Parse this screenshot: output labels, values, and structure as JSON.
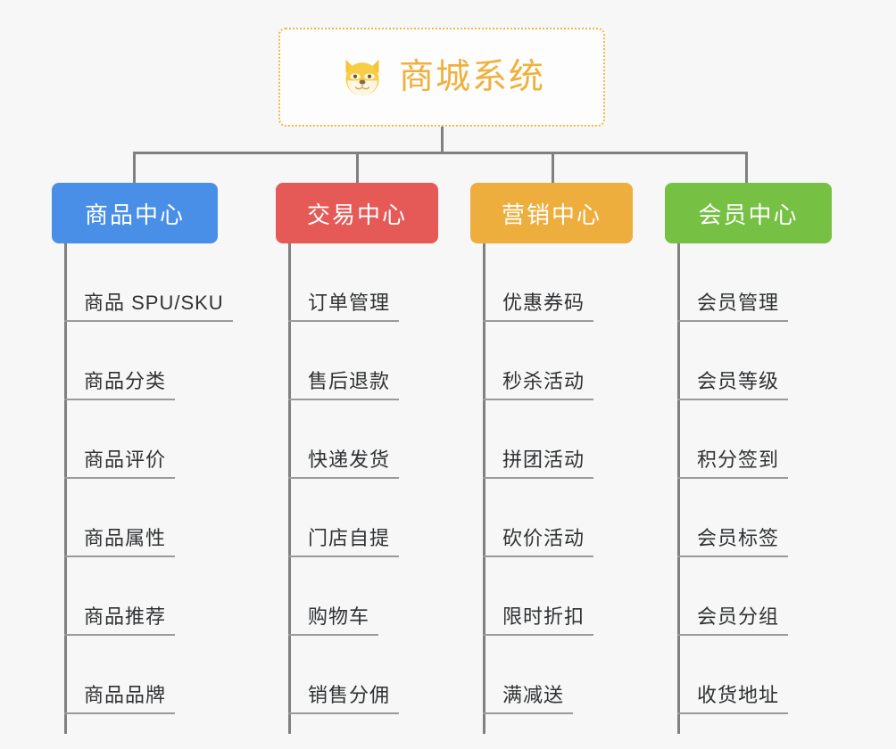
{
  "root": {
    "title": "商城系统",
    "icon": "dog-face-emoji",
    "border_color": "#efb83f",
    "text_color": "#eeb13d",
    "background": "#fdfdfd"
  },
  "canvas": {
    "background": "#f7f7f7",
    "connector_color": "#808080",
    "leaf_text_color": "#2f3133",
    "leaf_rule_color": "#9a9a9a"
  },
  "columns": [
    {
      "id": "product-center",
      "label": "商品中心",
      "color": "#4a8fe7",
      "items": [
        "商品 SPU/SKU",
        "商品分类",
        "商品评价",
        "商品属性",
        "商品推荐",
        "商品品牌"
      ]
    },
    {
      "id": "trade-center",
      "label": "交易中心",
      "color": "#e55a56",
      "items": [
        "订单管理",
        "售后退款",
        "快递发货",
        "门店自提",
        "购物车",
        "销售分佣"
      ]
    },
    {
      "id": "marketing-center",
      "label": "营销中心",
      "color": "#edae3e",
      "items": [
        "优惠券码",
        "秒杀活动",
        "拼团活动",
        "砍价活动",
        "限时折扣",
        "满减送"
      ]
    },
    {
      "id": "member-center",
      "label": "会员中心",
      "color": "#76c044",
      "items": [
        "会员管理",
        "会员等级",
        "积分签到",
        "会员标签",
        "会员分组",
        "收货地址"
      ]
    }
  ]
}
